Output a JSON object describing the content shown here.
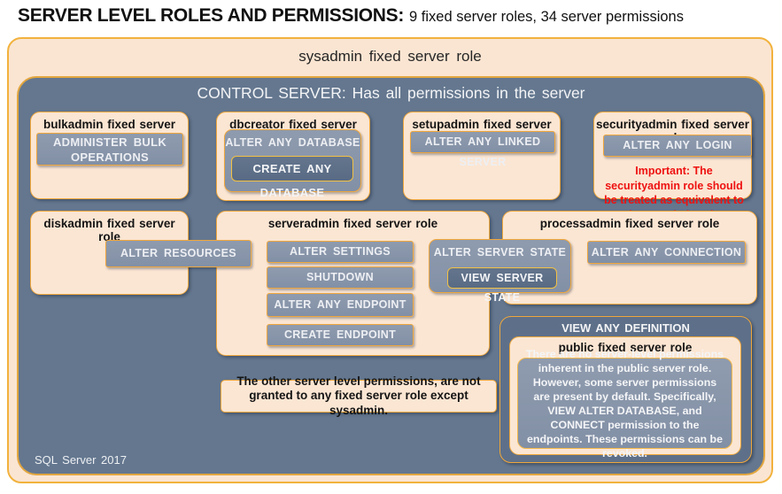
{
  "title": {
    "main": "SERVER LEVEL ROLES AND PERMISSIONS:",
    "sub": "9 fixed server roles, 34 server permissions"
  },
  "sysadmin": {
    "label": "sysadmin fixed server role"
  },
  "control": {
    "label": "CONTROL SERVER: Has all permissions in the server"
  },
  "roles": {
    "bulkadmin": {
      "title": "bulkadmin fixed server role",
      "perm": "ADMINISTER BULK OPERATIONS"
    },
    "dbcreator": {
      "title": "dbcreator fixed server role",
      "outer_perm": "ALTER ANY DATABASE",
      "inner_perm": "CREATE ANY DATABASE"
    },
    "setupadmin": {
      "title": "setupadmin fixed server role",
      "perm": "ALTER ANY LINKED SERVER"
    },
    "securityadmin": {
      "title": "securityadmin fixed server role",
      "perm": "ALTER ANY LOGIN",
      "warning": "Important: The securityadmin role should be treated as equivalent to the sysadmin role."
    },
    "diskadmin": {
      "title": "diskadmin fixed server role",
      "perm": "ALTER RESOURCES"
    },
    "serveradmin": {
      "title": "serveradmin fixed server role",
      "perms": [
        "ALTER SETTINGS",
        "SHUTDOWN",
        "ALTER ANY ENDPOINT",
        "CREATE ENDPOINT"
      ],
      "outer_perm": "ALTER SERVER STATE",
      "inner_perm": "VIEW SERVER STATE"
    },
    "processadmin": {
      "title": "processadmin fixed server role",
      "perm": "ALTER ANY CONNECTION"
    },
    "public": {
      "header": "VIEW ANY DEFINITION",
      "title": "public fixed server role",
      "description": "There are no server-level permissions inherent in the public server role. However, some server permissions are present by default. Specifically, VIEW ALTER DATABASE, and CONNECT permission to the endpoints. These permissions can be revoked."
    }
  },
  "note": "The other server level permissions, are not granted to any fixed server role except sysadmin.",
  "footer": "SQL Server 2017",
  "colors": {
    "peach_fill": "#fae5d2",
    "gold_border": "#f0a73c",
    "slate_background": "#64778f",
    "chip_fill": "#8793a7",
    "dark_chip_fill": "#5e7189",
    "warning_red": "#ee1111"
  }
}
